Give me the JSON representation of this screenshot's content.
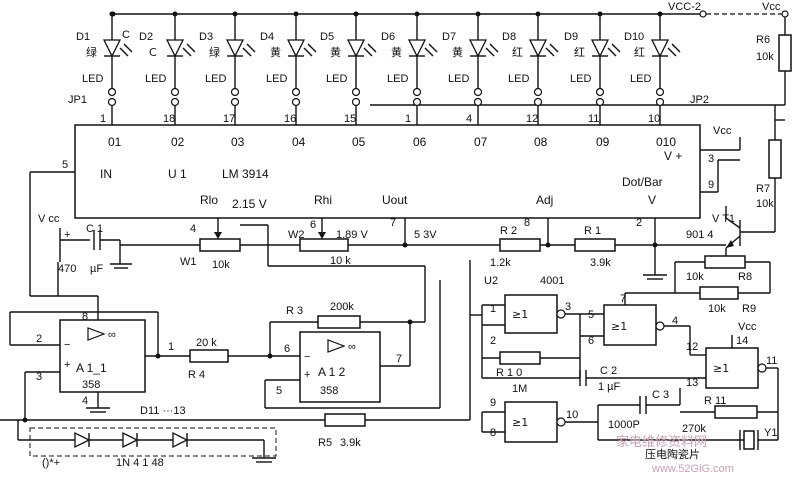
{
  "leds": [
    {
      "ref": "D1",
      "color": "绿"
    },
    {
      "ref": "D2",
      "color": "C"
    },
    {
      "ref": "D3",
      "color": "绿"
    },
    {
      "ref": "D4",
      "color": "黄"
    },
    {
      "ref": "D5",
      "color": "黄"
    },
    {
      "ref": "D6",
      "color": "黄"
    },
    {
      "ref": "D7",
      "color": "黄"
    },
    {
      "ref": "D8",
      "color": "红"
    },
    {
      "ref": "D9",
      "color": "红"
    },
    {
      "ref": "D10",
      "color": "红"
    }
  ],
  "d1_extra": "C",
  "led_label": "LED",
  "ic_outputs": [
    {
      "name": "01",
      "pin": "1"
    },
    {
      "name": "02",
      "pin": "18"
    },
    {
      "name": "03",
      "pin": "17"
    },
    {
      "name": "04",
      "pin": "16"
    },
    {
      "name": "05",
      "pin": "15"
    },
    {
      "name": "06",
      "pin": "1"
    },
    {
      "name": "07",
      "pin": "4"
    },
    {
      "name": "08",
      "pin": "12"
    },
    {
      "name": "09",
      "pin": "11"
    },
    {
      "name": "010",
      "pin": "10"
    }
  ],
  "ic": {
    "in": "IN",
    "ref": "U 1",
    "part": "LM 3914",
    "vplus": "V +",
    "dot_bar": "Dot/Bar",
    "v": "V",
    "rlo": "Rlo",
    "rlo_v": "2.15 V",
    "rhi": "Rhi",
    "uout": "Uout",
    "adj": "Adj",
    "pin_in": "5",
    "pin_vplus": "3",
    "pin_dotbar": "9",
    "pin_rlo": "4",
    "pin_rhi": "6",
    "pin_uout": "7",
    "pin_adj": "8",
    "pin_v": "2"
  },
  "labels": {
    "vcc2": "VCC-2",
    "vcc": "Vcc",
    "r6": "R6",
    "r6_val": "10k",
    "r7": "R7",
    "r7_val": "10k",
    "jp1": "JP1",
    "jp2": "JP2",
    "vt1": "V T1",
    "vt1_part": "901  4",
    "r8": "R8",
    "r8_val": "10k",
    "r9": "R9",
    "r9_val": "10k",
    "vcc_c1": "V cc",
    "c1": "C 1",
    "c1_val": "470",
    "c1_unit": "µF",
    "w1": "W1",
    "w1_val": "10k",
    "w2": "W2",
    "w2_v": "1.89 V",
    "w2_val": "10 k",
    "uout_v": "5 3V",
    "r2": "R 2",
    "r2_val": "1.2k",
    "r1": "R 1",
    "r1_val": "3.9k",
    "a11": "A 1_1",
    "a11_part": "358",
    "a11_pin_minus": "2",
    "a11_pin_plus": "3",
    "a11_pin_out": "1",
    "a11_pin_v": "8",
    "a11_pin_gnd": "4",
    "r4": "R 4",
    "r4_val": "20 k",
    "r3": "R 3",
    "r3_val": "200k",
    "a12": "A 1   2",
    "a12_part": "358",
    "a12_pin_minus": "6",
    "a12_pin_plus": "5",
    "a12_pin_out": "7",
    "r5": "R5",
    "r5_val": "3.9k",
    "d11": "D11 ···13",
    "diode_part": "1N   4 1 48",
    "diode_note": "()*+",
    "u2": "U2",
    "u2_part": "4001",
    "gate": "≥1",
    "g1_pins": [
      "1",
      "2",
      "3"
    ],
    "g2_pins": [
      "5",
      "6",
      "4"
    ],
    "g3_pins": [
      "12",
      "13",
      "11"
    ],
    "g4_pins": [
      "9",
      "8",
      "10"
    ],
    "g3_vcc": "14",
    "r10": "R 1 0",
    "r10_val": "1M",
    "c2": "C 2",
    "c2_val": "1 µF",
    "c3": "C 3",
    "c3_val": "1000P",
    "r11": "R 11",
    "r11_val": "270k",
    "y1": "Y1",
    "buzzer": "压电陶瓷片"
  },
  "watermark": {
    "text": "家电维修资料网",
    "url": "www.52GiG.com"
  }
}
